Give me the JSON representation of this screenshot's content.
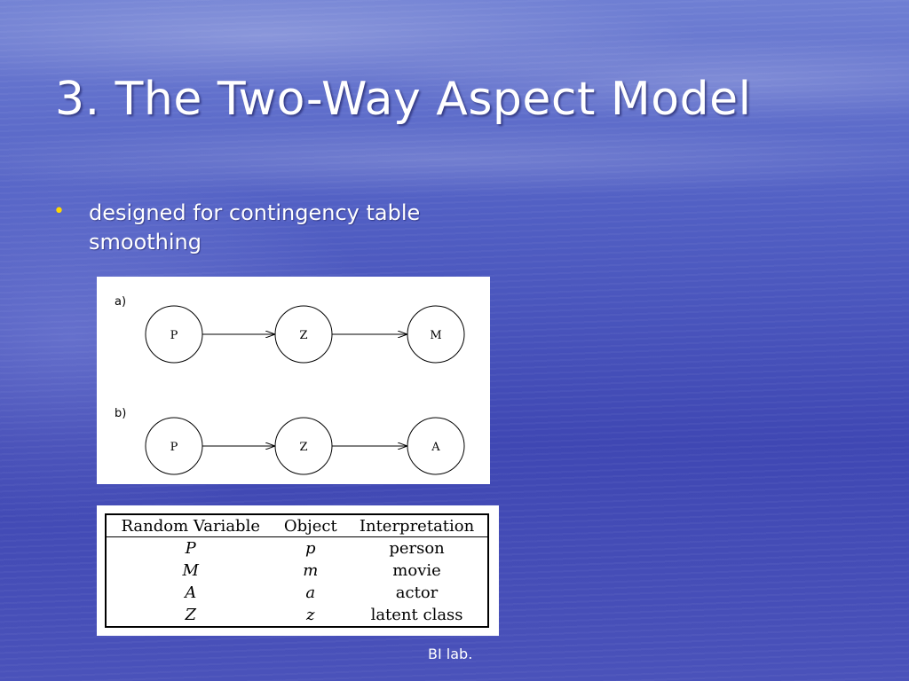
{
  "slide": {
    "title": "3. The Two-Way Aspect Model",
    "bullets": [
      "designed for contingency table smoothing"
    ],
    "footer": "BI lab."
  },
  "diagram": {
    "panels": [
      {
        "label": "a)",
        "nodes": [
          "P",
          "Z",
          "M"
        ],
        "edges": [
          [
            "P",
            "Z"
          ],
          [
            "Z",
            "M"
          ]
        ]
      },
      {
        "label": "b)",
        "nodes": [
          "P",
          "Z",
          "A"
        ],
        "edges": [
          [
            "P",
            "Z"
          ],
          [
            "Z",
            "A"
          ]
        ]
      }
    ]
  },
  "table": {
    "headers": [
      "Random Variable",
      "Object",
      "Interpretation"
    ],
    "rows": [
      [
        "P",
        "p",
        "person"
      ],
      [
        "M",
        "m",
        "movie"
      ],
      [
        "A",
        "a",
        "actor"
      ],
      [
        "Z",
        "z",
        "latent class"
      ]
    ]
  },
  "colors": {
    "bullet": "#ffd700",
    "title": "#ffffff",
    "background": "#4a52ba"
  }
}
